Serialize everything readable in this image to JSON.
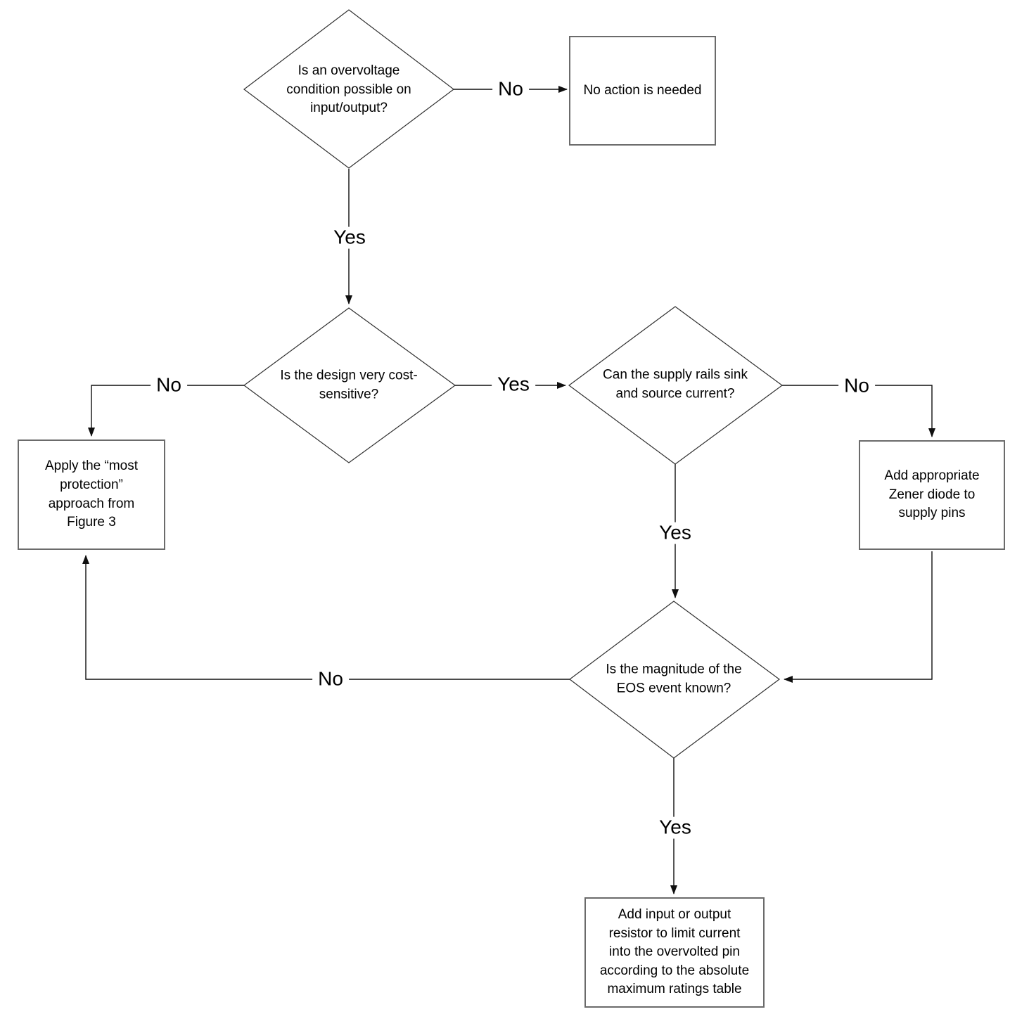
{
  "diagram": {
    "type": "flowchart",
    "topic": "Overvoltage / EOS protection decision flow",
    "colors": {
      "background": "#ffffff",
      "connector": "#0f0f0f",
      "box_border": "#6b6b6b",
      "diamond_border": "#303030",
      "text": "#000000"
    },
    "nodes": {
      "q_overvoltage": {
        "shape": "decision",
        "label": "Is an overvoltage\ncondition possible on\ninput/output?"
      },
      "no_action": {
        "shape": "process",
        "label": "No action is needed"
      },
      "q_cost": {
        "shape": "decision",
        "label": "Is the design very cost-\nsensitive?"
      },
      "most_protection": {
        "shape": "process",
        "label": "Apply the “most\nprotection”\napproach from\nFigure 3"
      },
      "q_rails": {
        "shape": "decision",
        "label": "Can the supply rails sink\nand source current?"
      },
      "zener": {
        "shape": "process",
        "label": "Add appropriate\nZener diode to\nsupply pins"
      },
      "q_magnitude": {
        "shape": "decision",
        "label": "Is the magnitude of the\nEOS event known?"
      },
      "resistor": {
        "shape": "process",
        "label": "Add input or output\nresistor to limit current\ninto the overvolted pin\naccording to the absolute\nmaximum ratings table"
      }
    },
    "edge_labels": {
      "overvoltage_no": "No",
      "overvoltage_yes": "Yes",
      "cost_no": "No",
      "cost_yes": "Yes",
      "rails_no": "No",
      "rails_yes": "Yes",
      "magnitude_no": "No",
      "magnitude_yes": "Yes"
    }
  }
}
